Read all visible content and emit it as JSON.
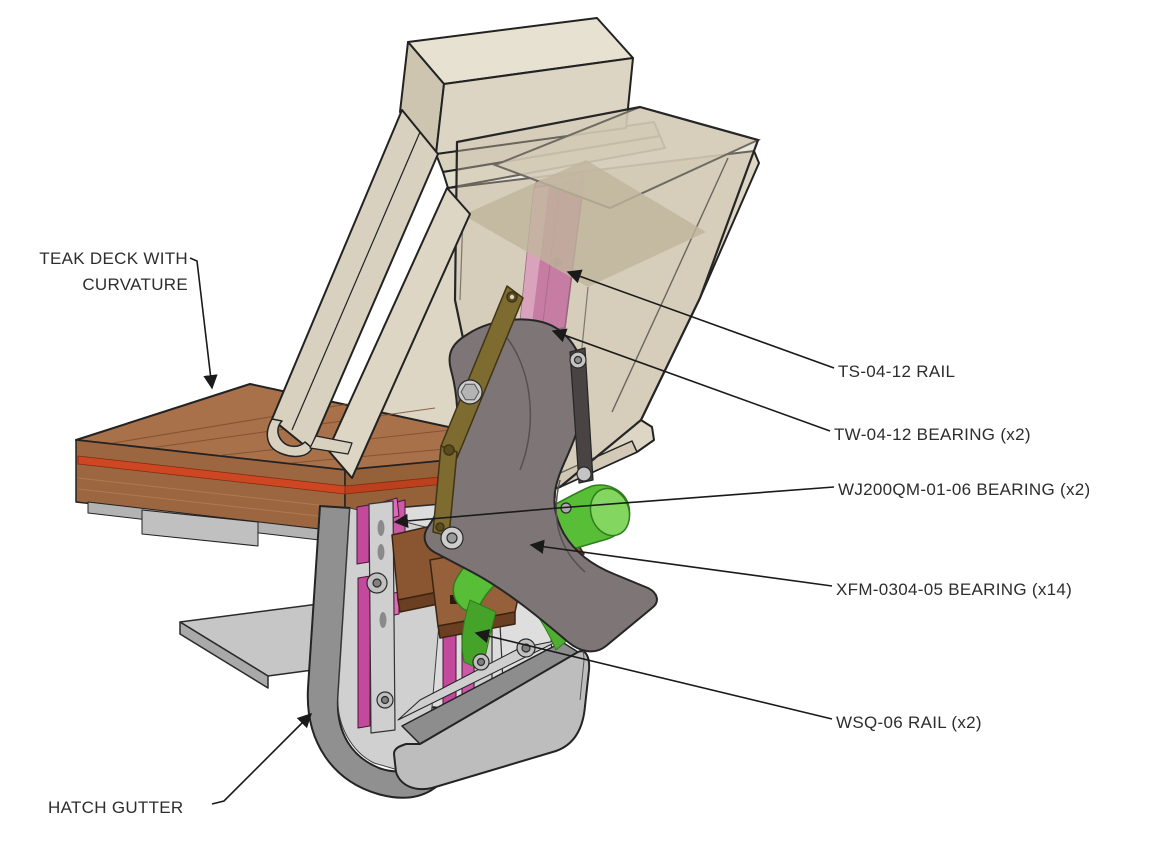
{
  "figure": {
    "background": "#ffffff",
    "labels": {
      "teak_deck": {
        "line1": "TEAK DECK WITH",
        "line2": "CURVATURE"
      },
      "ts_rail": "TS-04-12 RAIL",
      "tw_bearing": "TW-04-12 BEARING (x2)",
      "wj_bearing": "WJ200QM-01-06 BEARING (x2)",
      "xfm_bearing": "XFM-0304-05 BEARING (x14)",
      "wsq_rail": "WSQ-06 RAIL (x2)",
      "hatch_gutter": "HATCH GUTTER"
    },
    "colors": {
      "lid_beige": "#ddd6c4",
      "lid_beige_light": "#e7e1d2",
      "lid_beige_dark": "#cdc5b0",
      "deck_wood": "#a9714a",
      "deck_wood_side": "#9c6640",
      "red_stripe": "#cf4722",
      "rail_pink": "#c2499c",
      "rail_pink_light": "#e38cc8",
      "funnel_green": "#58bd37",
      "swing_plate_gray": "#7e7676",
      "link_olive": "#7d6b2f",
      "structure_gray": "#dcdcdc",
      "gutter_gray": "#909090",
      "outline": "#222222"
    }
  }
}
